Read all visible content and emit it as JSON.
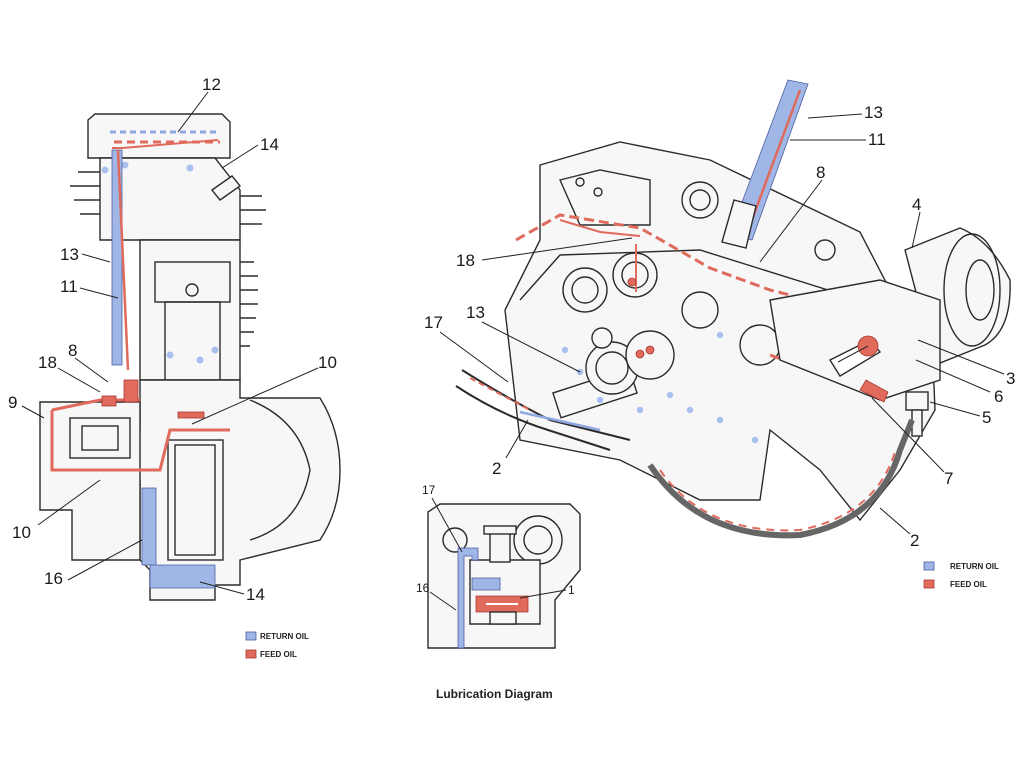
{
  "caption": "Lubrication Diagram",
  "legend": {
    "return_oil": "RETURN OIL",
    "feed_oil": "FEED OIL",
    "return_color": "#9fb6e6",
    "feed_color": "#e06a5c"
  },
  "callouts_left": {
    "c12": "12",
    "c14_top": "14",
    "c13": "13",
    "c11": "11",
    "c18": "18",
    "c8": "8",
    "c9": "9",
    "c10_right": "10",
    "c10_bottom": "10",
    "c16": "16",
    "c14_bottom": "14"
  },
  "callouts_right": {
    "c13": "13",
    "c11": "11",
    "c8": "8",
    "c4": "4",
    "c18": "18",
    "c17": "17",
    "c13_lower": "13",
    "c3": "3",
    "c6": "6",
    "c5": "5",
    "c7": "7",
    "c2_left": "2",
    "c2_right": "2"
  },
  "callouts_inset": {
    "c17": "17",
    "c16": "16",
    "c1": "1"
  }
}
